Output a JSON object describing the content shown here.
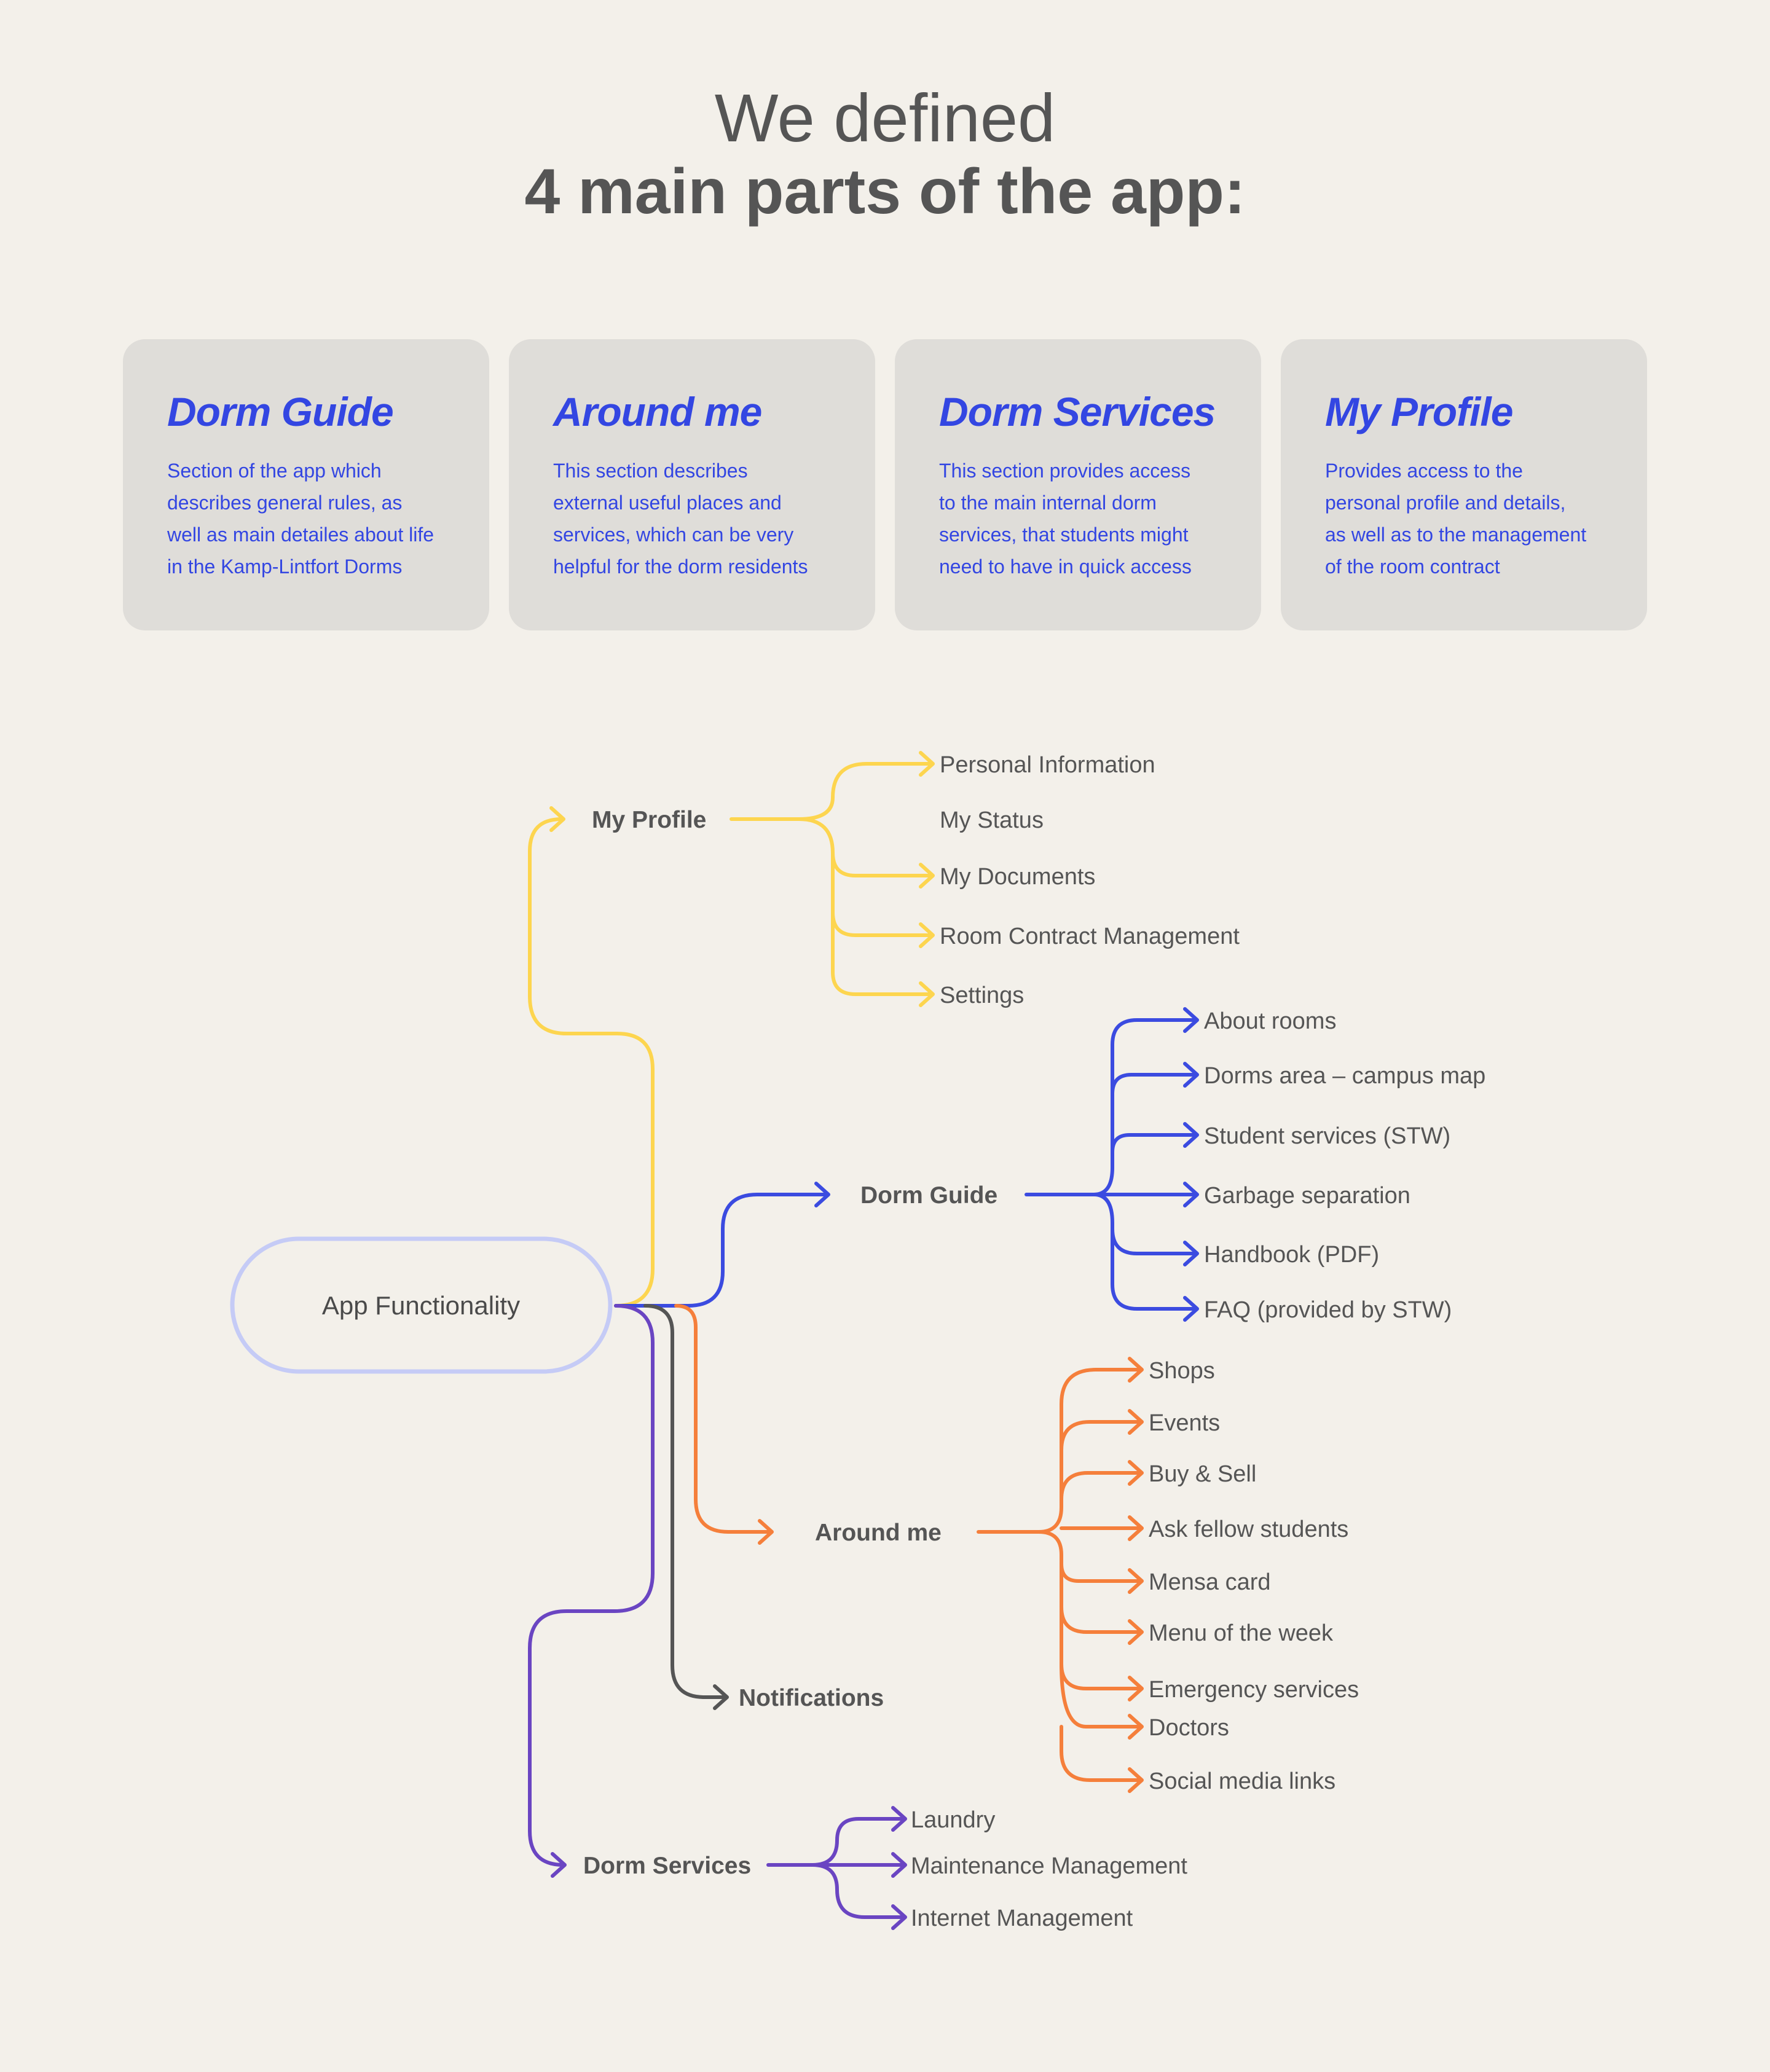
{
  "heading": {
    "line1": "We defined",
    "line2": "4 main parts of the app:"
  },
  "cards": [
    {
      "title": "Dorm Guide",
      "lines": [
        "Section of the app which",
        "describes general rules, as",
        "well as main detailes about life",
        "in the Kamp-Lintfort Dorms"
      ]
    },
    {
      "title": "Around me",
      "lines": [
        "This section describes",
        "external useful places and",
        "services, which can be very",
        "helpful for the dorm residents"
      ]
    },
    {
      "title": "Dorm Services",
      "lines": [
        "This section provides access",
        "to the main internal dorm",
        "services, that students might",
        "need to have in quick access"
      ]
    },
    {
      "title": "My Profile",
      "lines": [
        "Provides access to the",
        "personal profile and details,",
        "as well as to the management",
        "of the room contract"
      ]
    }
  ],
  "colors": {
    "background": "#f3f0ea",
    "card": "#dfddd9",
    "accent_blue": "#3346e2",
    "profile_yellow": "#fdd54f",
    "guide_blue": "#3b4be0",
    "around_orange": "#f57f3b",
    "notifications_gray": "#555555",
    "services_purple": "#6a45c2",
    "root_border": "#c5cbf6"
  },
  "mindmap": {
    "root": "App Functionality",
    "my_profile": {
      "label": "My Profile",
      "items": [
        "Personal Information",
        "My Status",
        "My Documents",
        "Room Contract Management",
        "Settings"
      ]
    },
    "dorm_guide": {
      "label": "Dorm Guide",
      "items": [
        "About rooms",
        "Dorms area – campus map",
        "Student services (STW)",
        "Garbage separation",
        "Handbook (PDF)",
        "FAQ (provided by STW)"
      ]
    },
    "around_me": {
      "label": "Around me",
      "items": [
        "Shops",
        "Events",
        "Buy & Sell",
        "Ask fellow students",
        "Mensa card",
        "Menu of the week",
        "Emergency services",
        "Doctors",
        "Social media links"
      ]
    },
    "notifications": {
      "label": "Notifications"
    },
    "dorm_services": {
      "label": "Dorm Services",
      "items": [
        "Laundry",
        "Maintenance Management",
        "Internet Management"
      ]
    }
  }
}
